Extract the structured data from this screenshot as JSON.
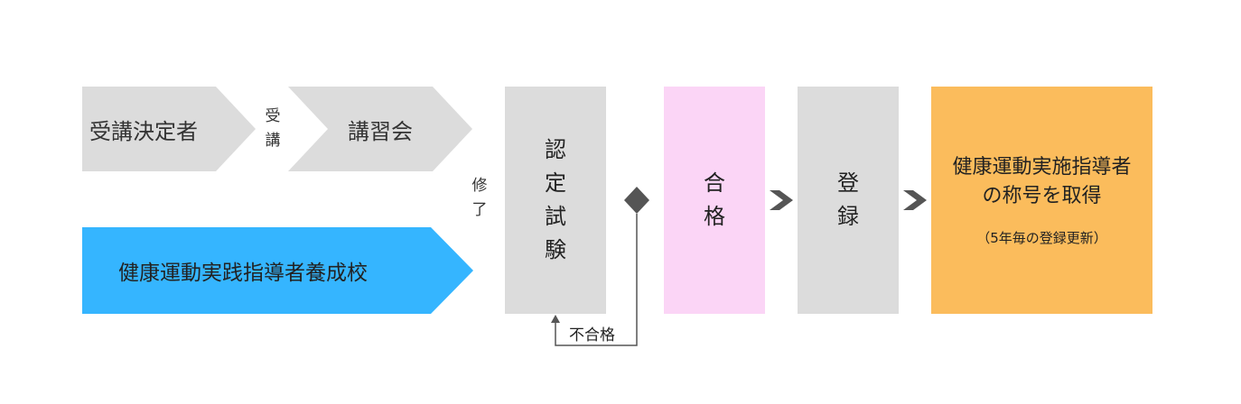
{
  "steps": {
    "applicant": "受講決定者",
    "lecture": "講習会",
    "school": "健康運動実践指導者養成校",
    "exam": [
      "認",
      "定",
      "試",
      "験"
    ],
    "pass": [
      "合",
      "格"
    ],
    "register": [
      "登",
      "録"
    ]
  },
  "connectors": {
    "attend": [
      "受",
      "講"
    ],
    "complete": [
      "修",
      "了"
    ],
    "fail": "不合格"
  },
  "result": {
    "lines": [
      "健康運動実施指導者",
      "の称号を取得"
    ],
    "note": "（5年毎の登録更新）"
  },
  "colors": {
    "gray": "#dcdcdc",
    "blue": "#35b5ff",
    "pink": "#fbd5f6",
    "orange": "#fbbc5c",
    "arrow": "#555555"
  }
}
